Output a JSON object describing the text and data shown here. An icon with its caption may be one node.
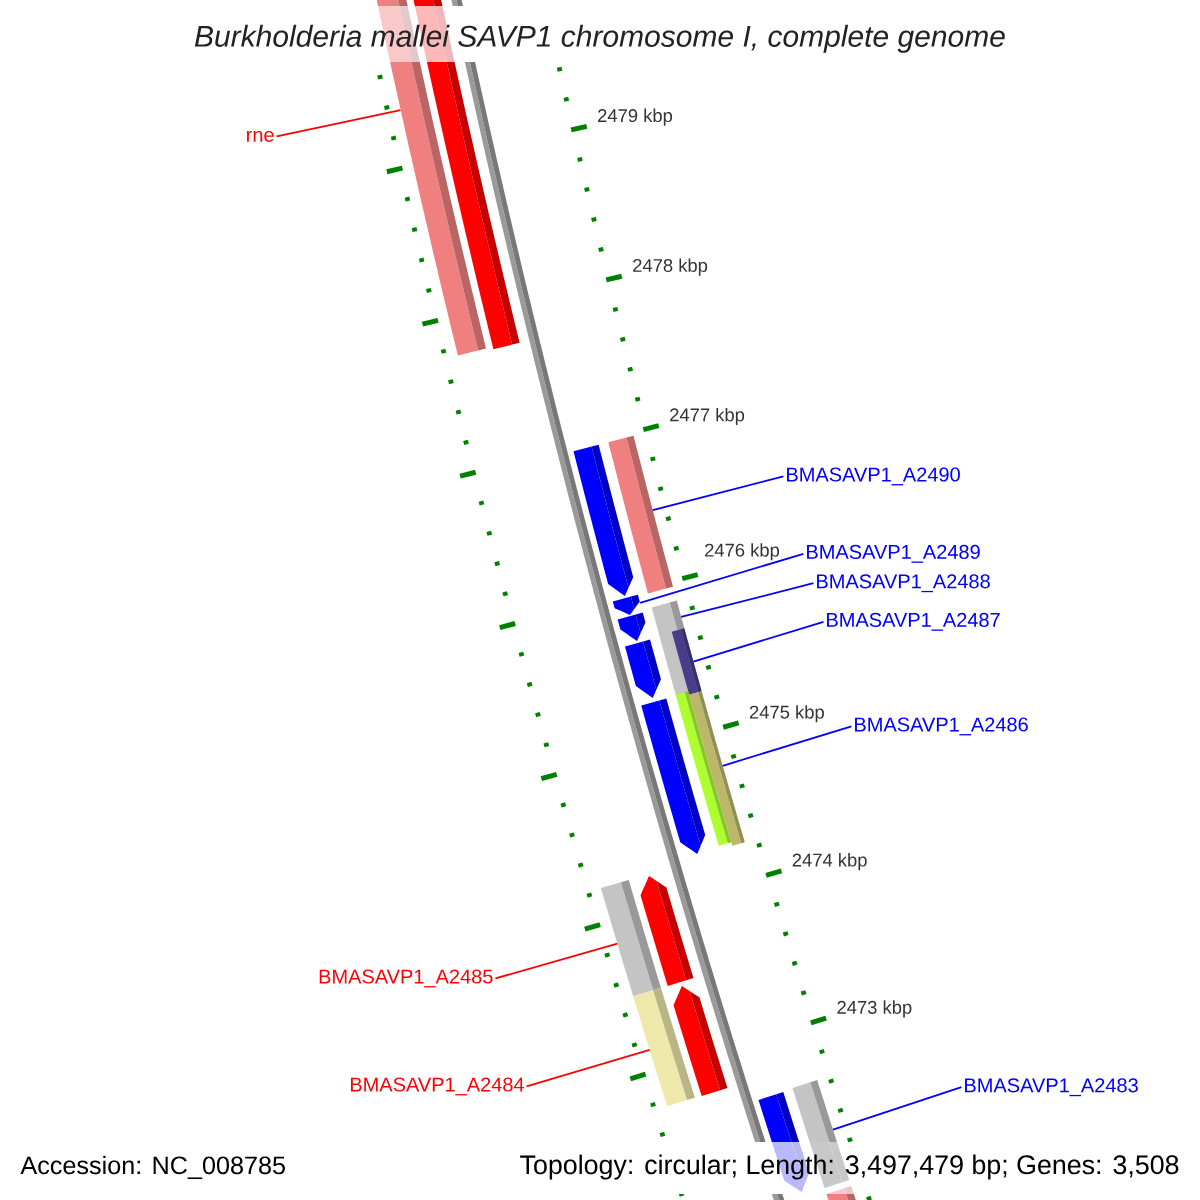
{
  "diagram": {
    "title": "Burkholderia mallei SAVP1 chromosome I, complete genome",
    "nodes": [
      {
        "text": [
          "rne"
        ]
      },
      {
        "text": [
          "BMASAVP1_A2490"
        ]
      },
      {
        "text": [
          "BMASAVP1_A2489"
        ]
      },
      {
        "text": [
          "BMASAVP1_A2488"
        ]
      },
      {
        "text": [
          "BMASAVP1_A2487"
        ]
      },
      {
        "text": [
          "BMASAVP1_A2486"
        ]
      },
      {
        "text": [
          "BMASAVP1_A2485"
        ]
      },
      {
        "text": [
          "BMASAVP1_A2484"
        ]
      },
      {
        "text": [
          "BMASAVP1_A2483"
        ]
      },
      {
        "text": [],
        "shape": "bar"
      },
      {
        "text": [],
        "shape": "bar"
      },
      {
        "text": [],
        "shape": "arrow"
      },
      {
        "text": [],
        "shape": "bar"
      },
      {
        "text": [],
        "shape": "bar"
      },
      {
        "text": [],
        "shape": "bar"
      },
      {
        "text": [],
        "shape": "bar"
      },
      {
        "text": [],
        "shape": "bar"
      },
      {
        "text": [],
        "shape": "bar"
      }
    ],
    "edges": [
      {
        "from": 0,
        "to": 9,
        "arrow": "none",
        "color": "#ff0000"
      },
      {
        "from": 1,
        "to": 10,
        "arrow": "none"
      },
      {
        "from": 2,
        "to": 11,
        "arrow": "none"
      },
      {
        "from": 3,
        "to": 12,
        "arrow": "none"
      },
      {
        "from": 4,
        "to": 13,
        "arrow": "none"
      },
      {
        "from": 5,
        "to": 14,
        "arrow": "none"
      },
      {
        "from": 6,
        "to": 15,
        "arrow": "none",
        "color": "#ff0000"
      },
      {
        "from": 7,
        "to": 16,
        "arrow": "none",
        "color": "#ff0000"
      },
      {
        "from": 8,
        "to": 17,
        "arrow": "none"
      }
    ],
    "labels": [
      "2479 kbp",
      "2478 kbp",
      "2477 kbp",
      "2476 kbp",
      "2475 kbp",
      "2474 kbp",
      "2473 kbp",
      "Accession: NC_008785",
      "Topology: circular; Length: 3,497,479 bp; Genes: 3,508"
    ]
  }
}
